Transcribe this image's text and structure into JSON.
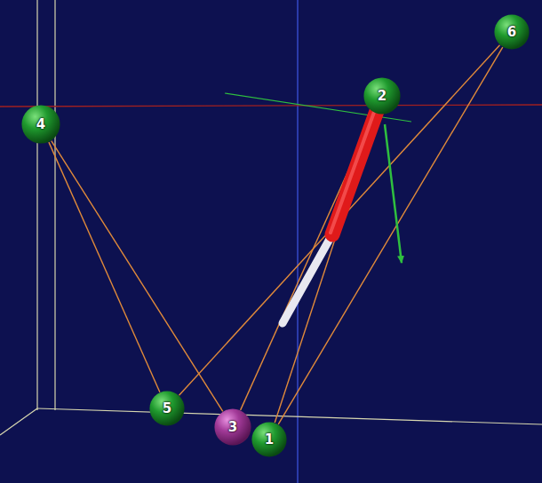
{
  "diagram": {
    "nodes": [
      {
        "text": [
          "6"
        ]
      },
      {
        "text": [
          "2"
        ]
      },
      {
        "text": [
          "4"
        ]
      },
      {
        "text": [
          "5"
        ]
      },
      {
        "text": [
          "3"
        ]
      },
      {
        "text": [
          "1"
        ]
      }
    ],
    "edges": [
      {
        "from": 2,
        "to": 3,
        "arrow": "none"
      },
      {
        "from": 2,
        "to": 4,
        "arrow": "none"
      },
      {
        "from": 0,
        "to": 3,
        "arrow": "none"
      },
      {
        "from": 0,
        "to": 5,
        "arrow": "none"
      },
      {
        "from": 1,
        "to": 4,
        "arrow": "none"
      },
      {
        "from": 1,
        "to": 5,
        "arrow": "none"
      }
    ]
  }
}
